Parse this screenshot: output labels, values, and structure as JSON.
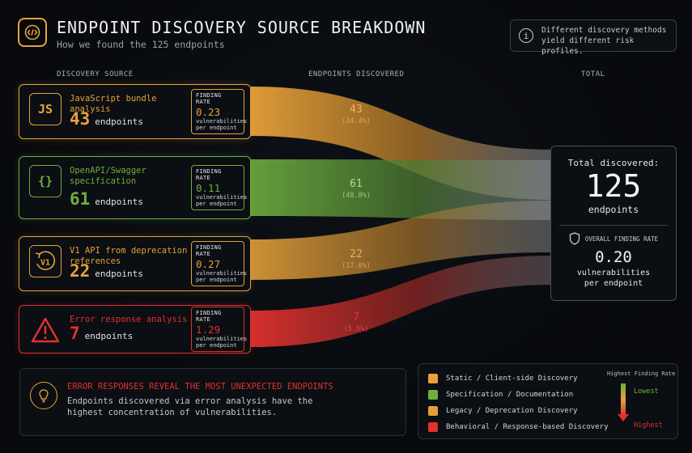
{
  "header": {
    "title": "ENDPOINT DISCOVERY SOURCE BREAKDOWN",
    "subtitle": "How we found the 125 endpoints",
    "note": "Different discovery methods yield different risk profiles.",
    "logo_icon": "code-window-icon",
    "note_icon": "info-icon"
  },
  "columns": {
    "source": "DISCOVERY SOURCE",
    "discovered": "ENDPOINTS DISCOVERED",
    "total": "TOTAL"
  },
  "chart_data": {
    "type": "sankey",
    "title": "ENDPOINT DISCOVERY SOURCE BREAKDOWN",
    "categories": [
      "JavaScript bundle analysis",
      "OpenAPI/Swagger specification",
      "V1 API from deprecation references",
      "Error response analysis"
    ],
    "values": [
      43,
      61,
      22,
      7
    ],
    "percent_labels": [
      "(34.4%)",
      "(48.8%)",
      "(17.6%)",
      "(5.6%)"
    ],
    "finding_rates": [
      0.23,
      0.11,
      0.27,
      1.29
    ],
    "total": 125,
    "overall_finding_rate": 0.2
  },
  "sources": [
    {
      "name": "JavaScript bundle analysis",
      "count": "43",
      "unit": "endpoints",
      "icon_text": "JS",
      "icon": "js-icon",
      "rate_label": "FINDING RATE",
      "rate": "0.23",
      "rate_unit": "vulnerabilities per endpoint",
      "flow_value": "43",
      "flow_pct": "(34.4%)",
      "color": "#e8a23a",
      "category": "Static / Client-side Discovery"
    },
    {
      "name": "OpenAPI/Swagger specification",
      "count": "61",
      "unit": "endpoints",
      "icon_text": "{}",
      "icon": "curly-braces-icon",
      "rate_label": "FINDING RATE",
      "rate": "0.11",
      "rate_unit": "vulnerabilities per endpoint",
      "flow_value": "61",
      "flow_pct": "(48.8%)",
      "color": "#6fae3f",
      "category": "Specification / Documentation"
    },
    {
      "name": "V1 API from deprecation references",
      "count": "22",
      "unit": "endpoints",
      "icon_text": "V1",
      "icon": "v1-history-icon",
      "rate_label": "FINDING RATE",
      "rate": "0.27",
      "rate_unit": "vulnerabilities per endpoint",
      "flow_value": "22",
      "flow_pct": "(17.6%)",
      "color": "#e3a03a",
      "category": "Legacy / Deprecation Discovery"
    },
    {
      "name": "Error response analysis",
      "count": "7",
      "unit": "endpoints",
      "icon_text": "!",
      "icon": "warning-triangle-icon",
      "rate_label": "FINDING RATE",
      "rate": "1.29",
      "rate_unit": "vulnerabilities per endpoint",
      "flow_value": "7",
      "flow_pct": "(5.6%)",
      "color": "#e0312f",
      "category": "Behavioral / Response-based Discovery"
    }
  ],
  "total_box": {
    "label": "Total discovered:",
    "value": "125",
    "unit": "endpoints",
    "rate_label": "OVERALL FINDING RATE",
    "rate": "0.20",
    "rate_unit": "vulnerabilities per endpoint",
    "rate_icon": "shield-icon"
  },
  "insight": {
    "title": "ERROR RESPONSES REVEAL THE MOST UNEXPECTED ENDPOINTS",
    "body": "Endpoints discovered via error analysis have the highest concentration of vulnerabilities.",
    "icon": "lightbulb-icon"
  },
  "legend": {
    "items": [
      {
        "label": "Static / Client-side Discovery",
        "color": "#e8a23a"
      },
      {
        "label": "Specification / Documentation",
        "color": "#6fae3f"
      },
      {
        "label": "Legacy / Deprecation Discovery",
        "color": "#e3a03a"
      },
      {
        "label": "Behavioral / Response-based Discovery",
        "color": "#e0312f"
      }
    ],
    "scale_title": "Highest Finding Rate",
    "scale_low": "Lowest",
    "scale_high": "Highest"
  }
}
